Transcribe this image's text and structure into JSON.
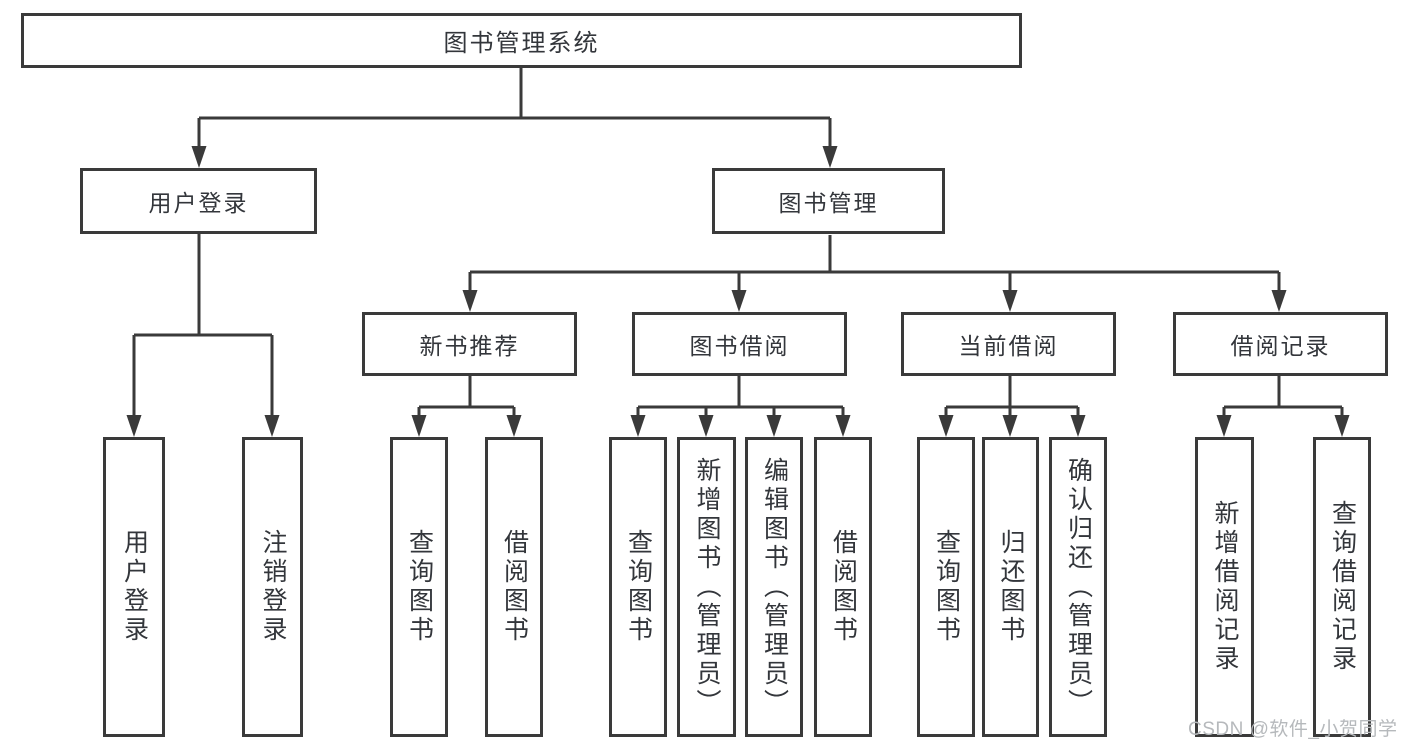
{
  "diagram": {
    "title": "图书管理系统",
    "nodes": {
      "root": {
        "label": "图书管理系统"
      },
      "l1": [
        {
          "label": "用户登录"
        },
        {
          "label": "图书管理"
        }
      ],
      "l2": [
        {
          "label": "新书推荐"
        },
        {
          "label": "图书借阅"
        },
        {
          "label": "当前借阅"
        },
        {
          "label": "借阅记录"
        }
      ],
      "leaves": [
        {
          "label": "用户登录"
        },
        {
          "label": "注销登录"
        },
        {
          "label": "查询图书"
        },
        {
          "label": "借阅图书"
        },
        {
          "label": "查询图书"
        },
        {
          "label": "新增图书（管理员）"
        },
        {
          "label": "编辑图书（管理员）"
        },
        {
          "label": "借阅图书"
        },
        {
          "label": "查询图书"
        },
        {
          "label": "归还图书"
        },
        {
          "label": "确认归还（管理员）"
        },
        {
          "label": "新增借阅记录"
        },
        {
          "label": "查询借阅记录"
        }
      ]
    },
    "colors": {
      "line": "#3a3a3a",
      "box_border": "#3a3a3a",
      "text": "#33363b",
      "background": "#ffffff"
    }
  },
  "watermark": {
    "text": "CSDN @软件_小贺同学",
    "color": "#b6b9bc"
  }
}
